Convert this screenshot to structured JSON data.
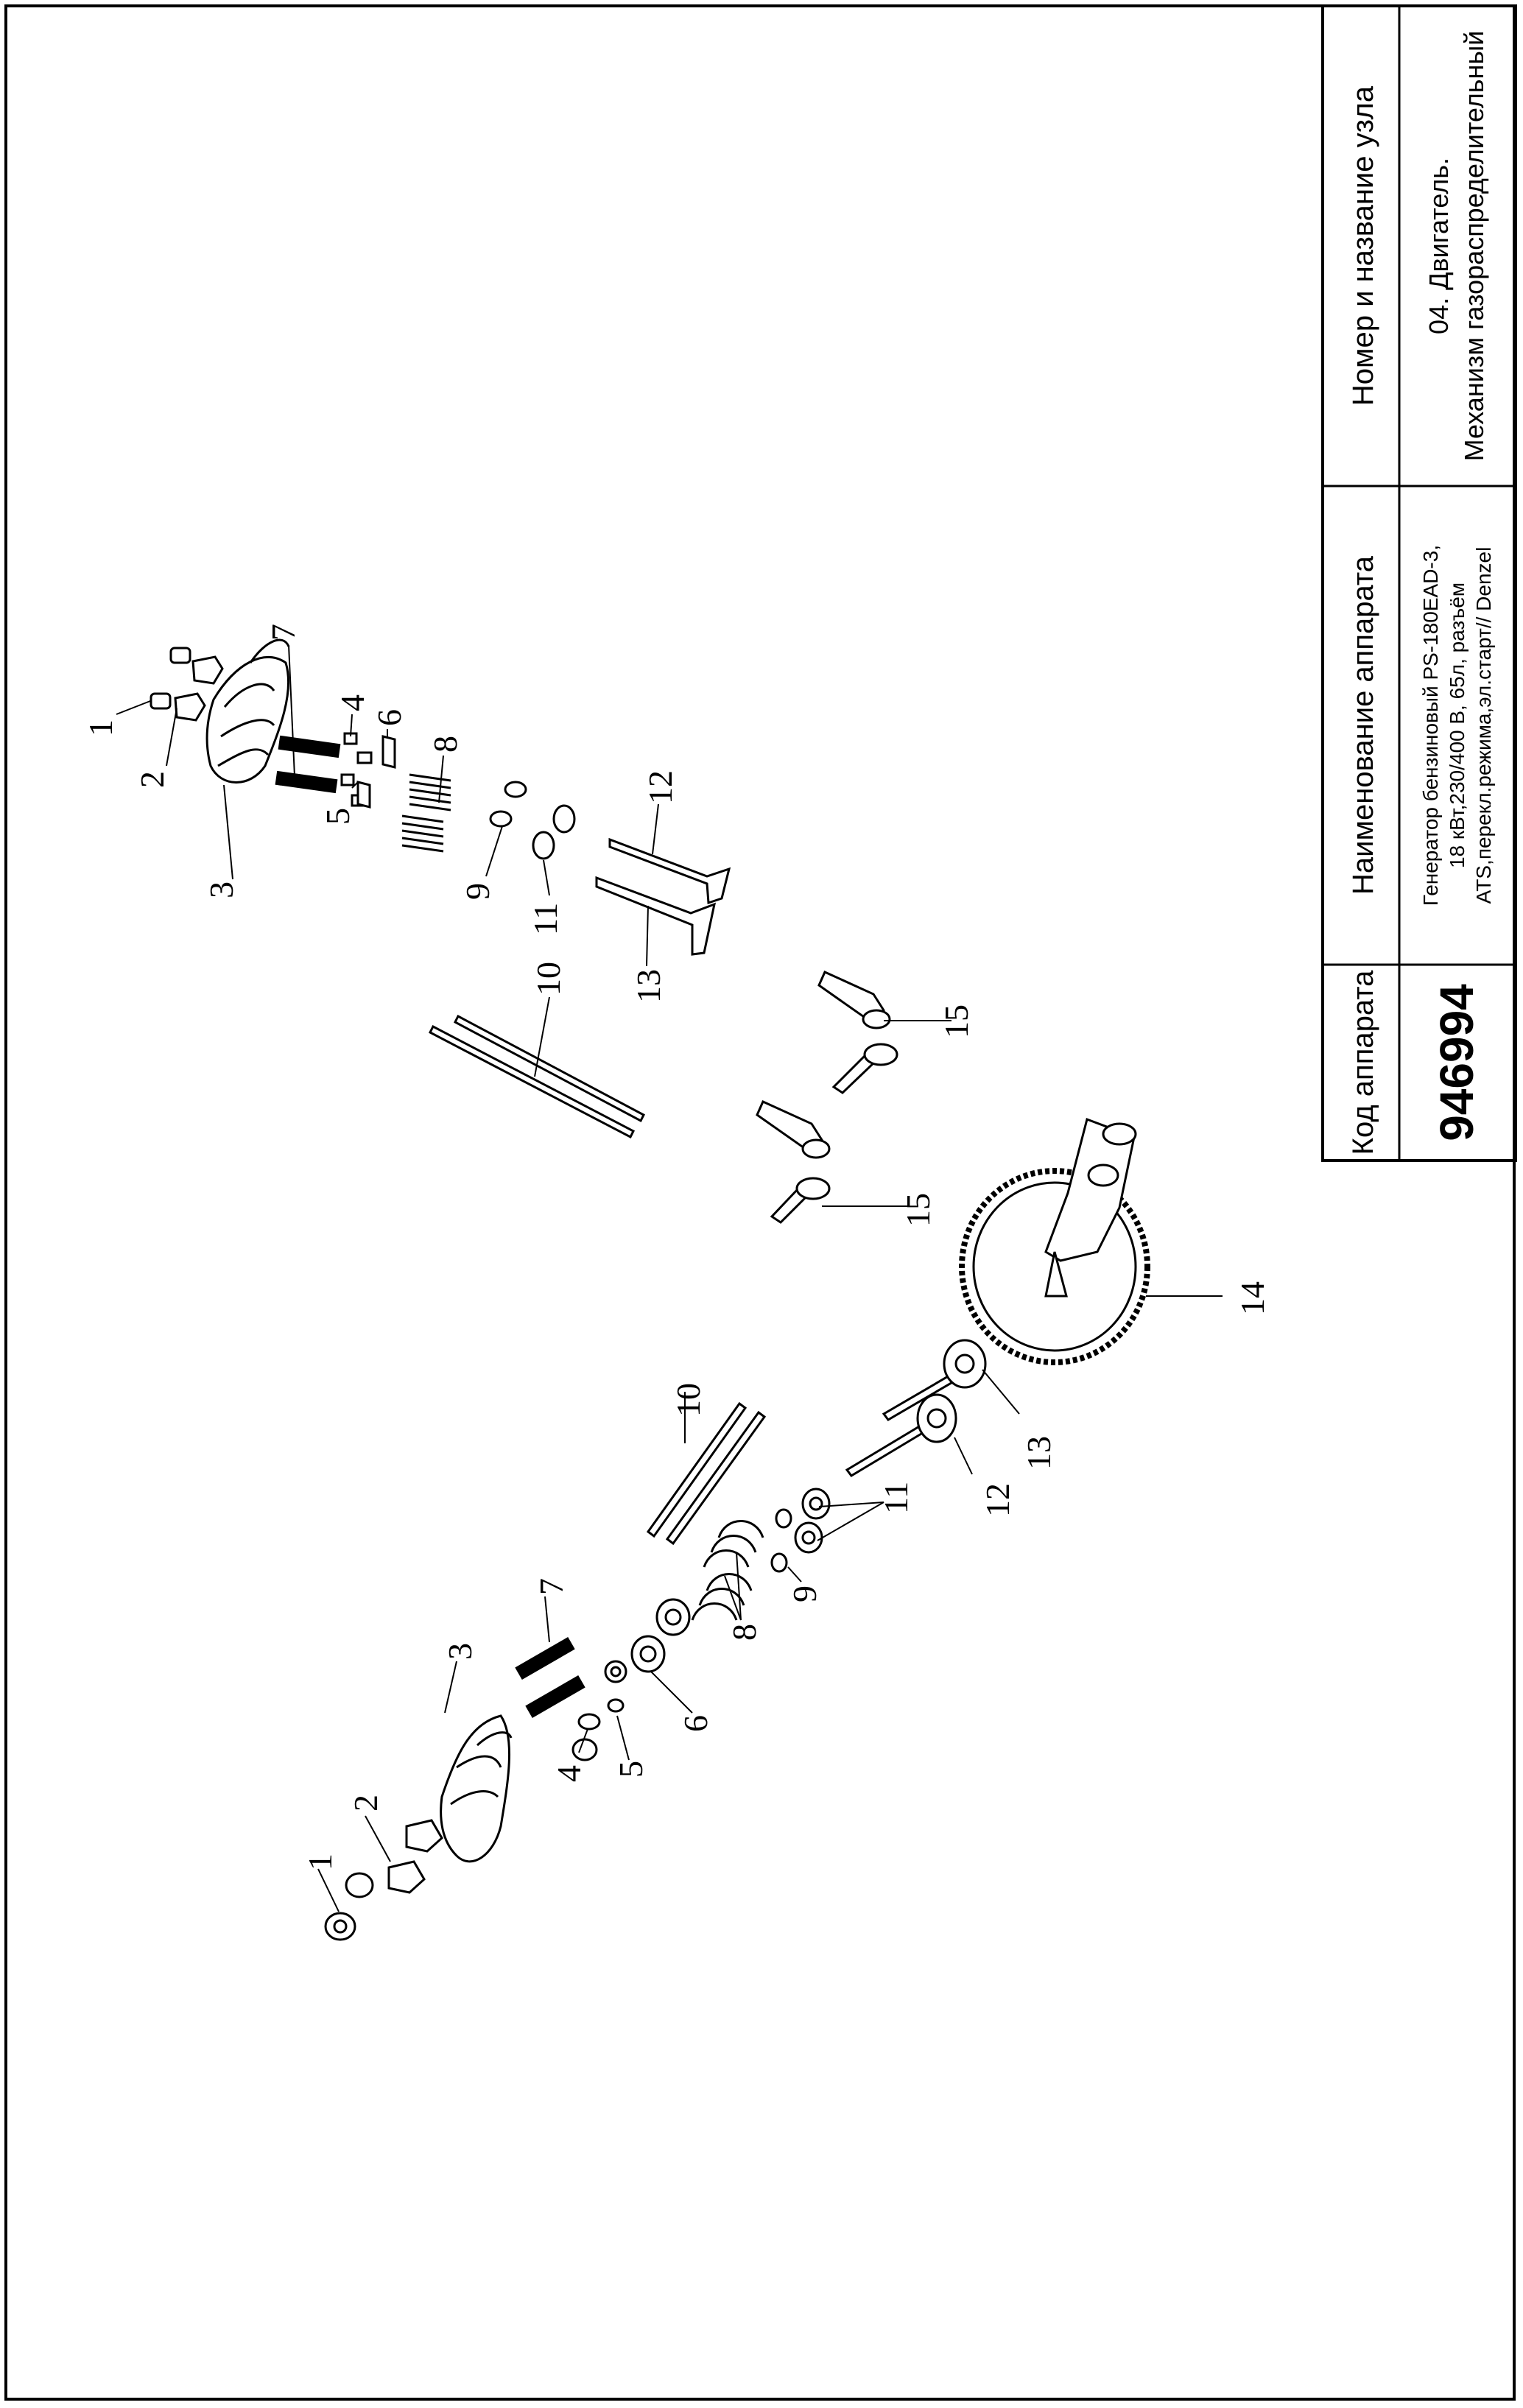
{
  "title_block": {
    "col1_header": "Код аппарата",
    "col1_value": "946994",
    "col2_header": "Наименование аппарата",
    "col2_line1": "Генератор бензиновый PS-180EAD-3,",
    "col2_line2": "18 кВт,230/400 В, 65л, разъём",
    "col2_line3": "ATS,перекл.режима,эл.старт// Denzel",
    "col3_header": "Номер и название узла",
    "col3_line1": "04. Двигатель.",
    "col3_line2": "Механизм газораспределительный"
  },
  "callouts": {
    "c1": "1",
    "c2": "2",
    "c3": "3",
    "c4": "4",
    "c5": "5",
    "c6": "6",
    "c7": "7",
    "c8": "8",
    "c9": "9",
    "c10": "10",
    "c11": "11",
    "c12": "12",
    "c13": "13",
    "c14": "14",
    "c15": "15"
  }
}
